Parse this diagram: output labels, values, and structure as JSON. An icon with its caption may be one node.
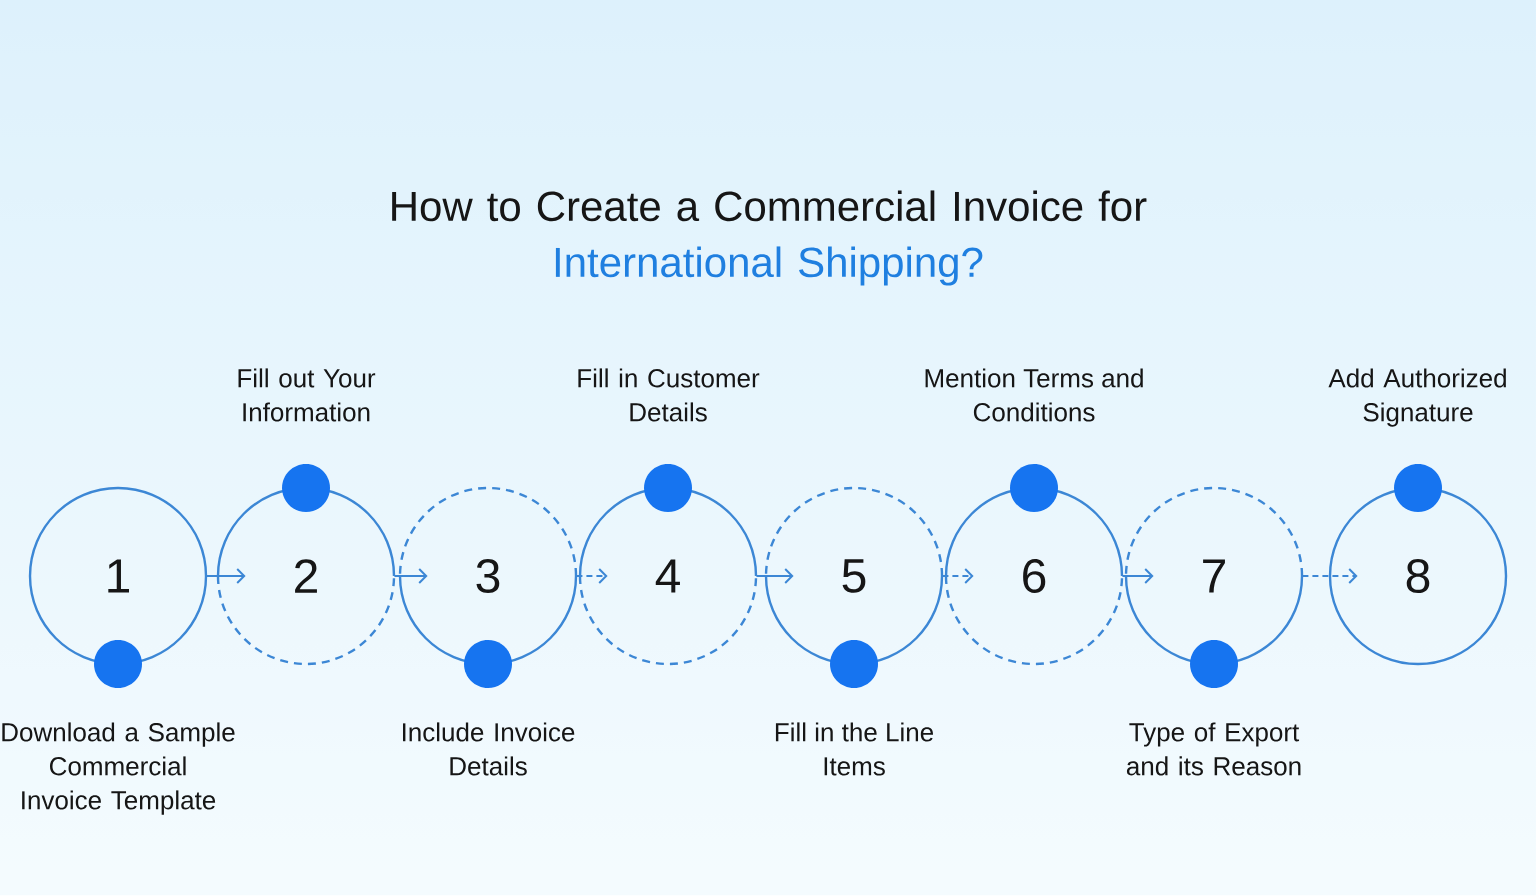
{
  "diagram": {
    "title": "How to Create a Commercial Invoice for International Shipping?",
    "nodes": [
      {
        "text": [
          "1"
        ],
        "beside": [
          "Download a Sample Commercial Invoice Template"
        ]
      },
      {
        "text": [
          "2"
        ],
        "beside": [
          "Fill out Your Information"
        ]
      },
      {
        "text": [
          "3"
        ],
        "beside": [
          "Include Invoice Details"
        ]
      },
      {
        "text": [
          "4"
        ],
        "beside": [
          "Fill in Customer Details"
        ]
      },
      {
        "text": [
          "5"
        ],
        "beside": [
          "Fill in the Line Items"
        ]
      },
      {
        "text": [
          "6"
        ],
        "beside": [
          "Mention Terms and Conditions"
        ]
      },
      {
        "text": [
          "7"
        ],
        "beside": [
          "Type of Export and its Reason"
        ]
      },
      {
        "text": [
          "8"
        ],
        "beside": [
          "Add Authorized Signature"
        ]
      }
    ],
    "edges": [
      {
        "from": 0,
        "to": 1,
        "arrow": "to"
      },
      {
        "from": 1,
        "to": 2,
        "arrow": "to"
      },
      {
        "from": 2,
        "to": 3,
        "arrow": "to",
        "style": "dashed"
      },
      {
        "from": 3,
        "to": 4,
        "arrow": "to"
      },
      {
        "from": 4,
        "to": 5,
        "arrow": "to",
        "style": "dashed"
      },
      {
        "from": 5,
        "to": 6,
        "arrow": "to"
      },
      {
        "from": 6,
        "to": 7,
        "arrow": "to",
        "style": "dashed"
      }
    ]
  }
}
